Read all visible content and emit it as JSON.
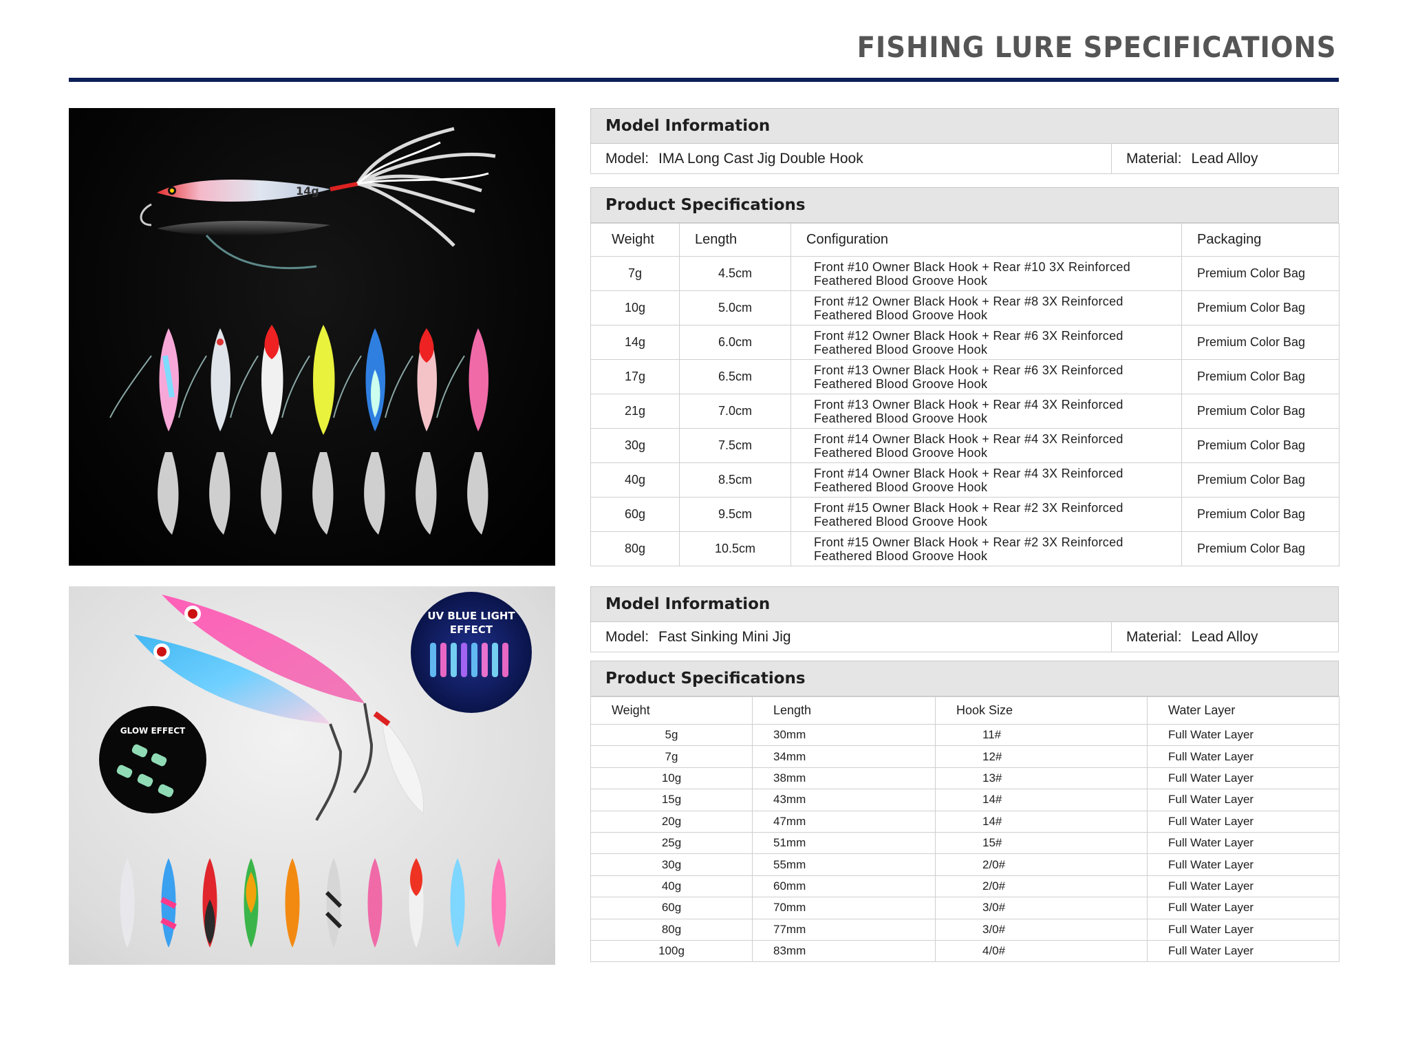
{
  "page": {
    "title": "FISHING LURE SPECIFICATIONS"
  },
  "photo_top": {
    "lure_weight_mark": "14g"
  },
  "photo_bottom": {
    "uv_badge_line1": "UV BLUE LIGHT",
    "uv_badge_line2": "EFFECT",
    "glow_badge": "GLOW EFFECT"
  },
  "section1": {
    "info_heading": "Model Information",
    "model_label": "Model:",
    "model_value": "IMA Long Cast Jig Double Hook",
    "material_label": "Material:",
    "material_value": "Lead Alloy",
    "spec_heading": "Product Specifications",
    "columns": [
      "Weight",
      "Length",
      "Configuration",
      "Packaging"
    ],
    "rows": [
      {
        "weight": "7g",
        "length": "4.5cm",
        "config1": "Front #10 Owner Black Hook + Rear #10 3X Reinforced",
        "config2": "Feathered Blood Groove Hook",
        "packaging": "Premium Color Bag"
      },
      {
        "weight": "10g",
        "length": "5.0cm",
        "config1": "Front #12 Owner Black Hook + Rear #8 3X Reinforced",
        "config2": "Feathered Blood Groove Hook",
        "packaging": "Premium Color Bag"
      },
      {
        "weight": "14g",
        "length": "6.0cm",
        "config1": "Front #12 Owner Black Hook + Rear #6 3X Reinforced",
        "config2": "Feathered Blood Groove Hook",
        "packaging": "Premium Color Bag"
      },
      {
        "weight": "17g",
        "length": "6.5cm",
        "config1": "Front #13 Owner Black Hook + Rear #6 3X Reinforced",
        "config2": "Feathered Blood Groove Hook",
        "packaging": "Premium Color Bag"
      },
      {
        "weight": "21g",
        "length": "7.0cm",
        "config1": "Front #13 Owner Black Hook + Rear #4 3X Reinforced",
        "config2": "Feathered Blood Groove Hook",
        "packaging": "Premium Color Bag"
      },
      {
        "weight": "30g",
        "length": "7.5cm",
        "config1": "Front #14 Owner Black Hook + Rear #4 3X Reinforced",
        "config2": "Feathered Blood Groove Hook",
        "packaging": "Premium Color Bag"
      },
      {
        "weight": "40g",
        "length": "8.5cm",
        "config1": "Front #14 Owner Black Hook + Rear #4 3X Reinforced",
        "config2": "Feathered Blood Groove Hook",
        "packaging": "Premium Color Bag"
      },
      {
        "weight": "60g",
        "length": "9.5cm",
        "config1": "Front #15 Owner Black Hook + Rear #2 3X Reinforced",
        "config2": "Feathered Blood Groove Hook",
        "packaging": "Premium Color Bag"
      },
      {
        "weight": "80g",
        "length": "10.5cm",
        "config1": "Front #15 Owner Black Hook + Rear #2 3X Reinforced",
        "config2": "Feathered Blood Groove Hook",
        "packaging": "Premium Color Bag"
      }
    ]
  },
  "section2": {
    "info_heading": "Model Information",
    "model_label": "Model:",
    "model_value": "Fast Sinking Mini Jig",
    "material_label": "Material:",
    "material_value": "Lead Alloy",
    "spec_heading": "Product Specifications",
    "columns": [
      "Weight",
      "Length",
      "Hook Size",
      "Water Layer"
    ],
    "rows": [
      {
        "weight": "5g",
        "length": "30mm",
        "hook": "11#",
        "layer": "Full Water Layer"
      },
      {
        "weight": "7g",
        "length": "34mm",
        "hook": "12#",
        "layer": "Full Water Layer"
      },
      {
        "weight": "10g",
        "length": "38mm",
        "hook": "13#",
        "layer": "Full Water Layer"
      },
      {
        "weight": "15g",
        "length": "43mm",
        "hook": "14#",
        "layer": "Full Water Layer"
      },
      {
        "weight": "20g",
        "length": "47mm",
        "hook": "14#",
        "layer": "Full Water Layer"
      },
      {
        "weight": "25g",
        "length": "51mm",
        "hook": "15#",
        "layer": "Full Water Layer"
      },
      {
        "weight": "30g",
        "length": "55mm",
        "hook": "2/0#",
        "layer": "Full Water Layer"
      },
      {
        "weight": "40g",
        "length": "60mm",
        "hook": "2/0#",
        "layer": "Full Water Layer"
      },
      {
        "weight": "60g",
        "length": "70mm",
        "hook": "3/0#",
        "layer": "Full Water Layer"
      },
      {
        "weight": "80g",
        "length": "77mm",
        "hook": "3/0#",
        "layer": "Full Water Layer"
      },
      {
        "weight": "100g",
        "length": "83mm",
        "hook": "4/0#",
        "layer": "Full Water Layer"
      }
    ]
  }
}
